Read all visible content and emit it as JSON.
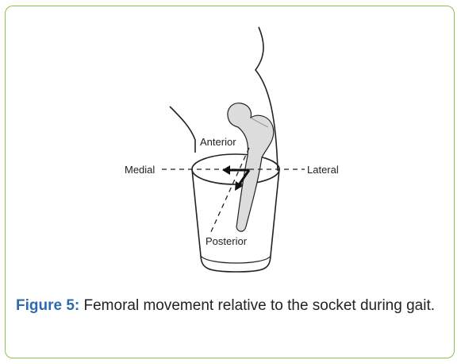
{
  "figure": {
    "labels": {
      "anterior": "Anterior",
      "posterior": "Posterior",
      "medial": "Medial",
      "lateral": "Lateral"
    },
    "caption": {
      "label": "Figure 5:",
      "text": " Femoral movement relative to the socket during gait."
    },
    "colors": {
      "border": "#8bc34a",
      "caption_label": "#2e6ab0",
      "bone_fill": "#dcdcdc"
    }
  }
}
